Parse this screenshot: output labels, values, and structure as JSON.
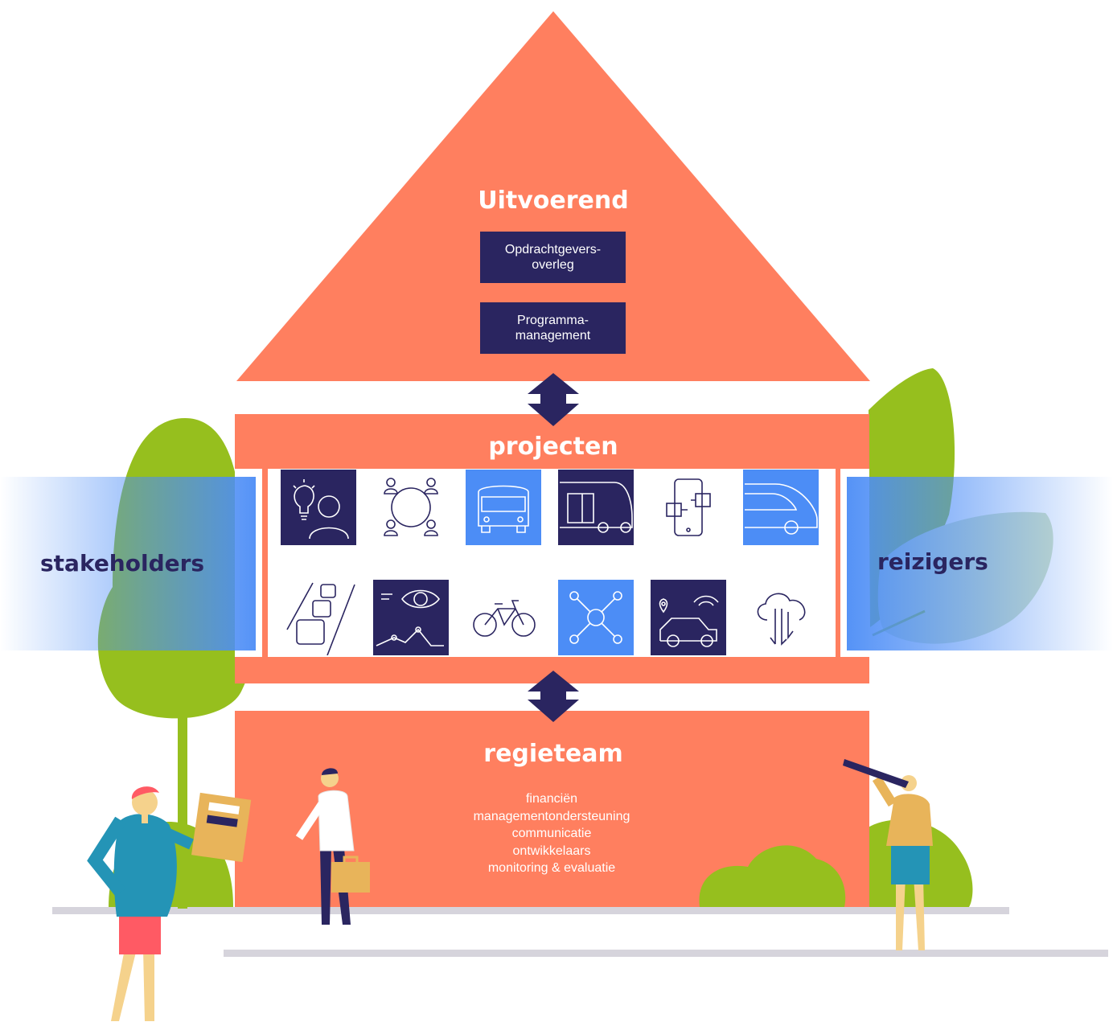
{
  "colors": {
    "house": "#ff7f5f",
    "navy": "#2a2560",
    "blue": "#4c8df6",
    "white": "#ffffff",
    "tree": "#96bf1e",
    "ground": "#d6d4dc"
  },
  "roof": {
    "title": "Uitvoerend",
    "boxes": [
      {
        "label": "Opdrachtgevers-\noverleg"
      },
      {
        "label": "Programma-\nmanagement"
      }
    ]
  },
  "middle": {
    "title": "projecten",
    "tiles": [
      {
        "icon": "idea-person-icon",
        "bg": "navy"
      },
      {
        "icon": "people-network-icon",
        "bg": "white"
      },
      {
        "icon": "bus-front-icon",
        "bg": "blue"
      },
      {
        "icon": "shuttle-vehicle-icon",
        "bg": "navy"
      },
      {
        "icon": "smartphone-app-icon",
        "bg": "white"
      },
      {
        "icon": "autonomous-vehicle-icon",
        "bg": "blue"
      },
      {
        "icon": "traffic-road-icon",
        "bg": "white"
      },
      {
        "icon": "monitoring-eye-icon",
        "bg": "navy"
      },
      {
        "icon": "bicycle-icon",
        "bg": "white"
      },
      {
        "icon": "network-hub-icon",
        "bg": "blue"
      },
      {
        "icon": "connected-car-icon",
        "bg": "navy"
      },
      {
        "icon": "cloud-data-icon",
        "bg": "white"
      }
    ]
  },
  "sides": {
    "left": "stakeholders",
    "right": "reizigers"
  },
  "bottom": {
    "title": "regieteam",
    "items": [
      "financiën",
      "managementondersteuning",
      "communicatie",
      "ontwikkelaars",
      "monitoring & evaluatie"
    ]
  }
}
